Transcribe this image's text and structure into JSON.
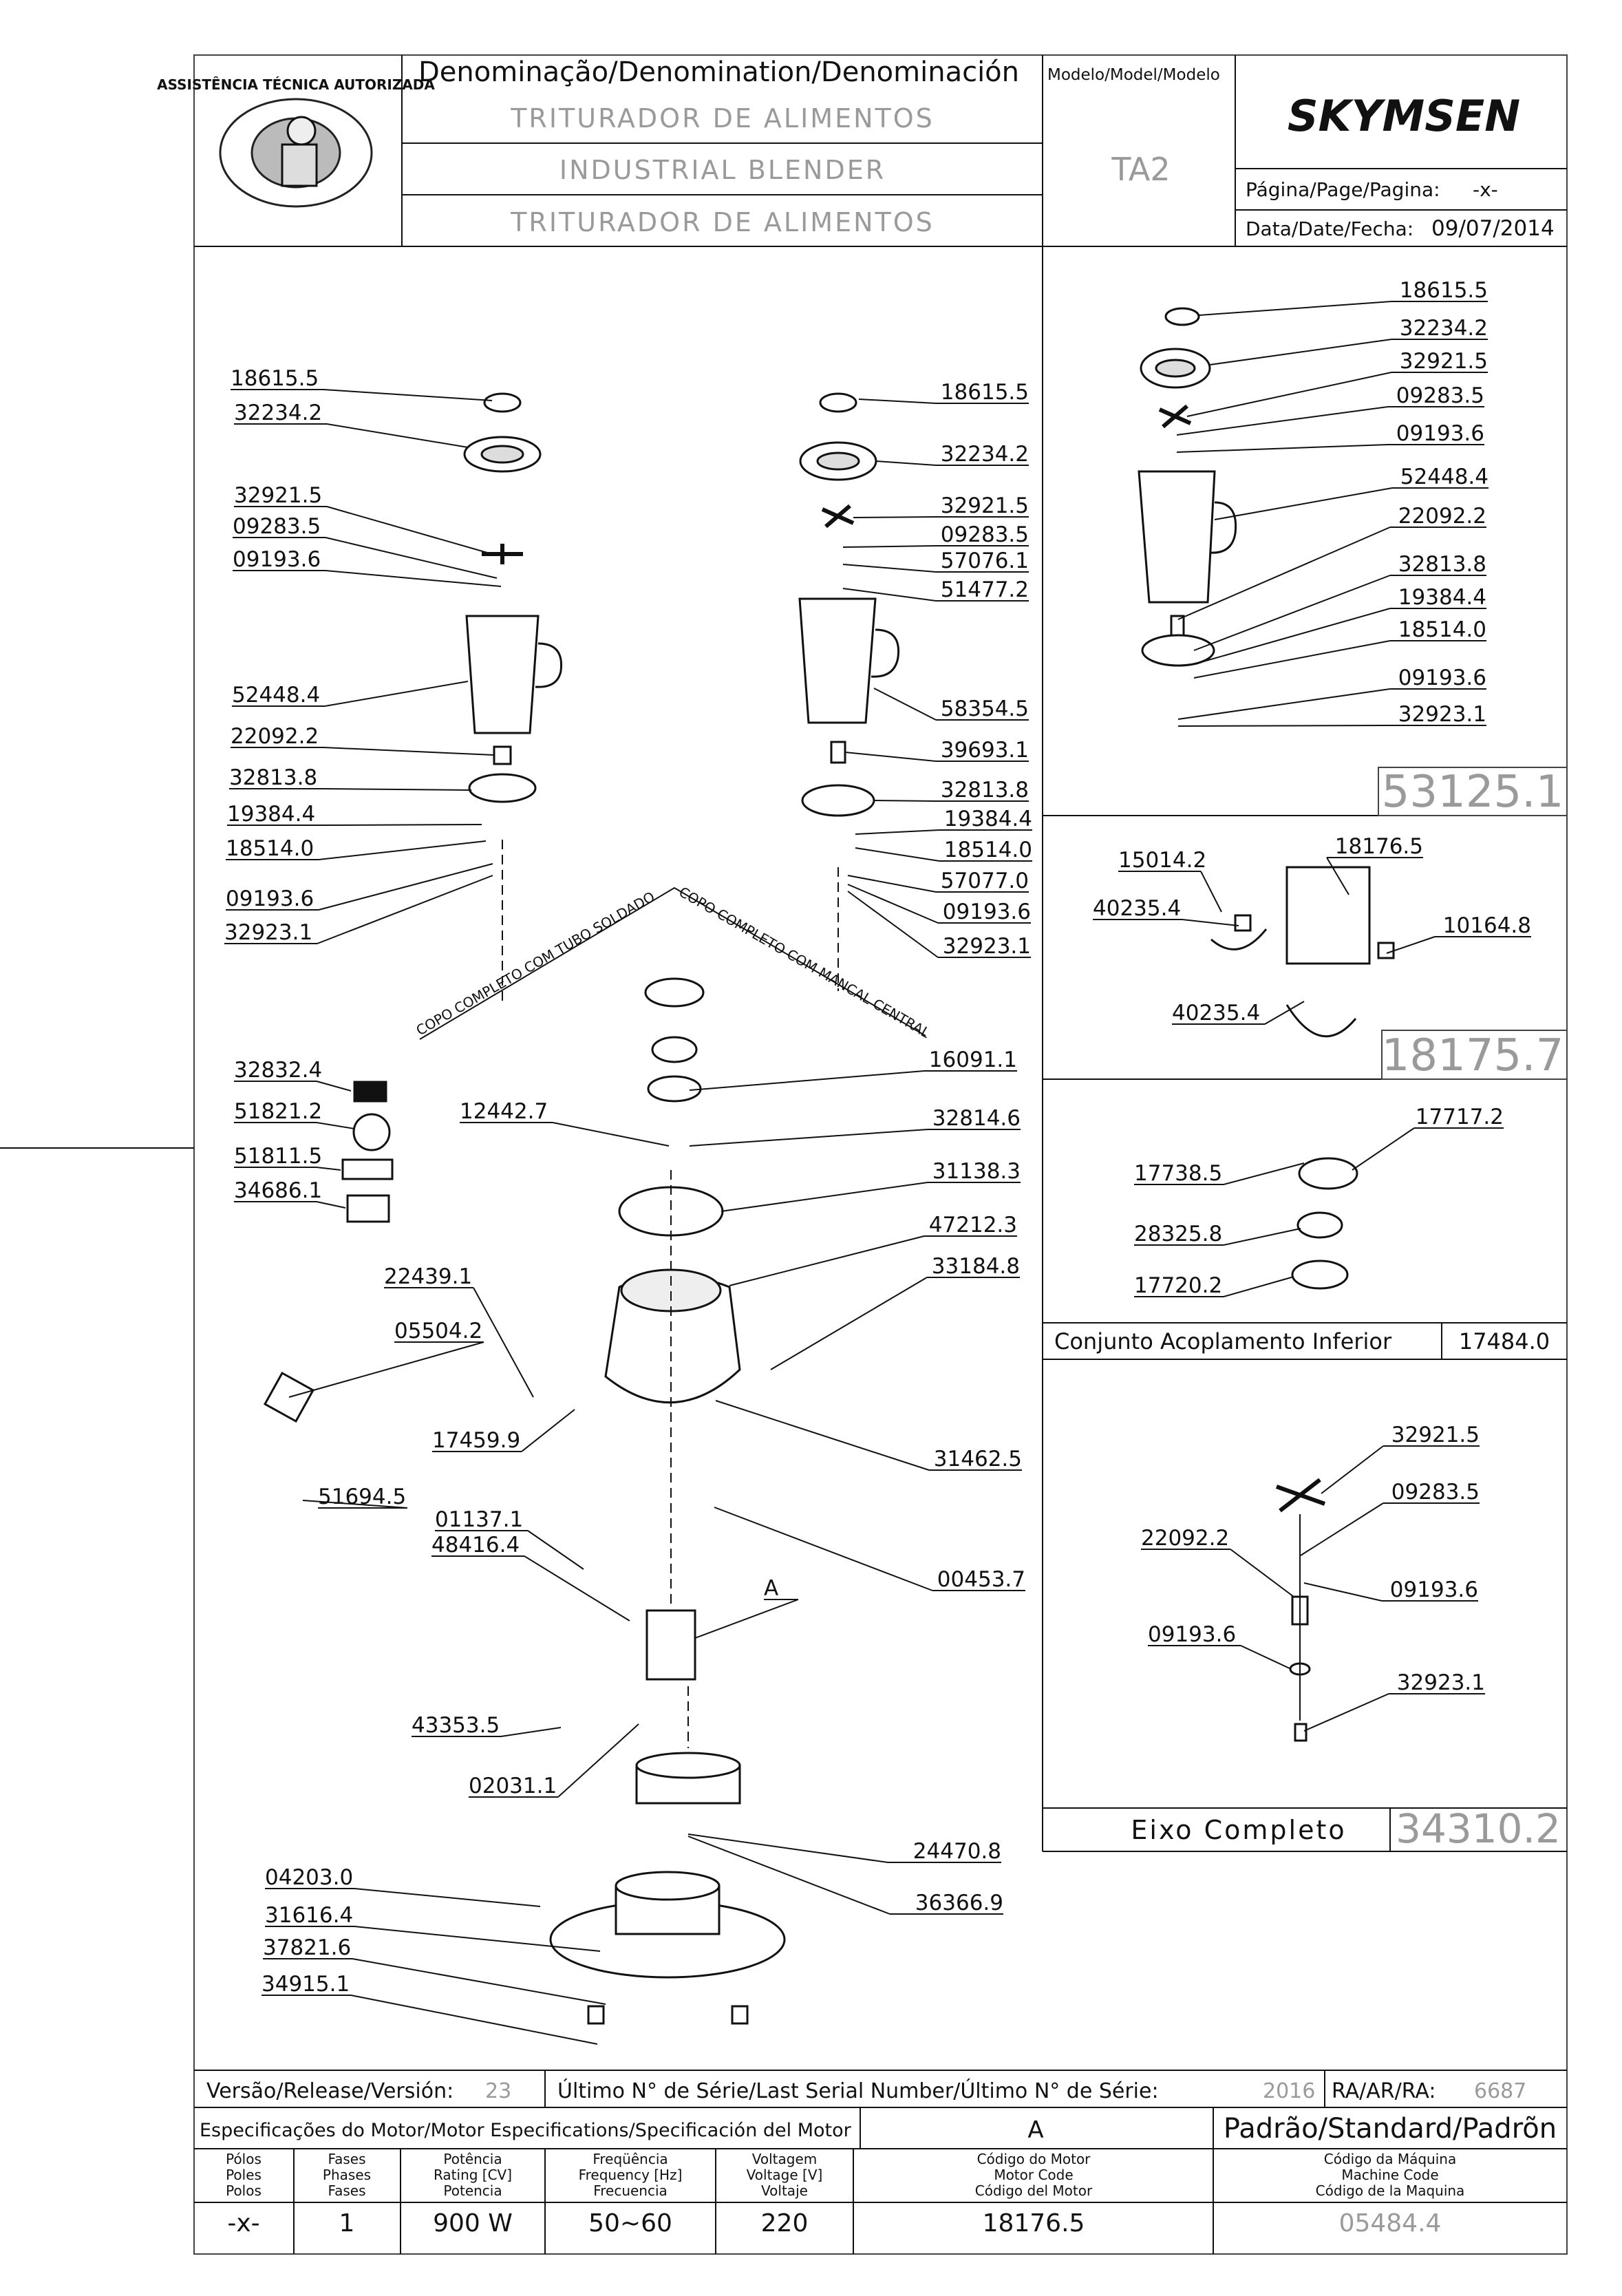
{
  "header": {
    "denomination_label": "Denominação/Denomination/Denominación",
    "model_label": "Modelo/Model/Modelo",
    "name_pt": "TRITURADOR DE ALIMENTOS",
    "name_en": "INDUSTRIAL BLENDER",
    "name_es": "TRITURADOR DE ALIMENTOS",
    "model": "TA2",
    "brand": "SKYMSEN",
    "page_label": "Página/Page/Pagina:",
    "page_value": "-x-",
    "date_label": "Data/Date/Fecha:",
    "date_value": "09/07/2014",
    "seal_text": "ASSISTÊNCIA TÉCNICA AUTORIZADA"
  },
  "main_labels": [
    "18615.5",
    "32234.2",
    "32921.5",
    "09283.5",
    "09193.6",
    "52448.4",
    "22092.2",
    "32813.8",
    "19384.4",
    "18514.0",
    "09193.6",
    "32923.1",
    "18615.5",
    "32234.2",
    "32921.5",
    "09283.5",
    "57076.1",
    "51477.2",
    "58354.5",
    "39693.1",
    "32813.8",
    "19384.4",
    "18514.0",
    "57077.0",
    "09193.6",
    "32923.1",
    "16091.1",
    "12442.7",
    "32814.6",
    "31138.3",
    "47212.3",
    "33184.8",
    "32832.4",
    "51821.2",
    "51811.5",
    "34686.1",
    "22439.1",
    "05504.2",
    "17459.9",
    "31462.5",
    "51694.5",
    "01137.1",
    "48416.4",
    "00453.7",
    "A",
    "43353.5",
    "02031.1",
    "24470.8",
    "36366.9",
    "04203.0",
    "31616.4",
    "37821.6",
    "34915.1"
  ],
  "cup_captions": {
    "left": "COPO COMPLETO COM TUBO SOLDADO",
    "right": "COPO COMPLETO COM MANCAL CENTRAL"
  },
  "panel_cup": {
    "labels": [
      "18615.5",
      "32234.2",
      "32921.5",
      "09283.5",
      "09193.6",
      "52448.4",
      "22092.2",
      "32813.8",
      "19384.4",
      "18514.0",
      "09193.6",
      "32923.1"
    ],
    "code": "53125.1"
  },
  "panel_motor": {
    "labels": [
      "15014.2",
      "18176.5",
      "40235.4",
      "10164.8",
      "40235.4"
    ],
    "code": "18175.7"
  },
  "panel_coupling": {
    "labels": [
      "17717.2",
      "17738.5",
      "28325.8",
      "17720.2"
    ],
    "title": "Conjunto Acoplamento Inferior",
    "code": "17484.0"
  },
  "panel_shaft": {
    "labels": [
      "32921.5",
      "09283.5",
      "22092.2",
      "09193.6",
      "09193.6",
      "32923.1"
    ],
    "title": "Eixo Completo",
    "code": "34310.2"
  },
  "footer": {
    "version_label": "Versão/Release/Versión:",
    "version": "23",
    "serial_label": "Último N° de Série/Last Serial Number/Último N° de Série:",
    "serial": "2016",
    "ra_label": "RA/AR/RA:",
    "ra": "6687",
    "motor_spec_label": "Especificações do Motor/Motor Especifications/Specificación del Motor",
    "motor_ref": "A",
    "standard_label": "Padrão/Standard/Padrõn",
    "columns": [
      [
        "Pólos",
        "Poles",
        "Polos"
      ],
      [
        "Fases",
        "Phases",
        "Fases"
      ],
      [
        "Potência",
        "Rating [CV]",
        "Potencia"
      ],
      [
        "Freqüência",
        "Frequency [Hz]",
        "Frecuencia"
      ],
      [
        "Voltagem",
        "Voltage [V]",
        "Voltaje"
      ],
      [
        "Código do Motor",
        "Motor Code",
        "Código del Motor"
      ],
      [
        "Código da Máquina",
        "Machine Code",
        "Código de la Maquina"
      ]
    ],
    "values": [
      "-x-",
      "1",
      "900  W",
      "50~60",
      "220",
      "18176.5",
      "05484.4"
    ]
  }
}
